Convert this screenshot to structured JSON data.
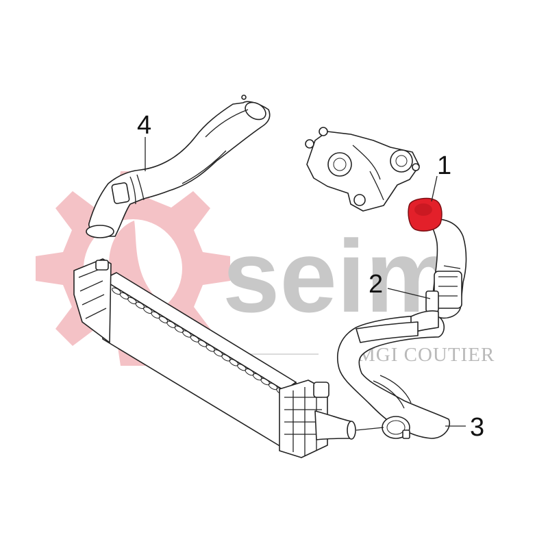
{
  "watermark": {
    "logo_text": "seim",
    "brand_text": "MGI COUTIER",
    "logo_color": "#c8c8c8",
    "gear_color": "#f4c2c6"
  },
  "highlight_color": "#e3202a",
  "callouts": [
    {
      "id": "1",
      "label": "1"
    },
    {
      "id": "2",
      "label": "2"
    },
    {
      "id": "3",
      "label": "3"
    },
    {
      "id": "4",
      "label": "4"
    }
  ]
}
